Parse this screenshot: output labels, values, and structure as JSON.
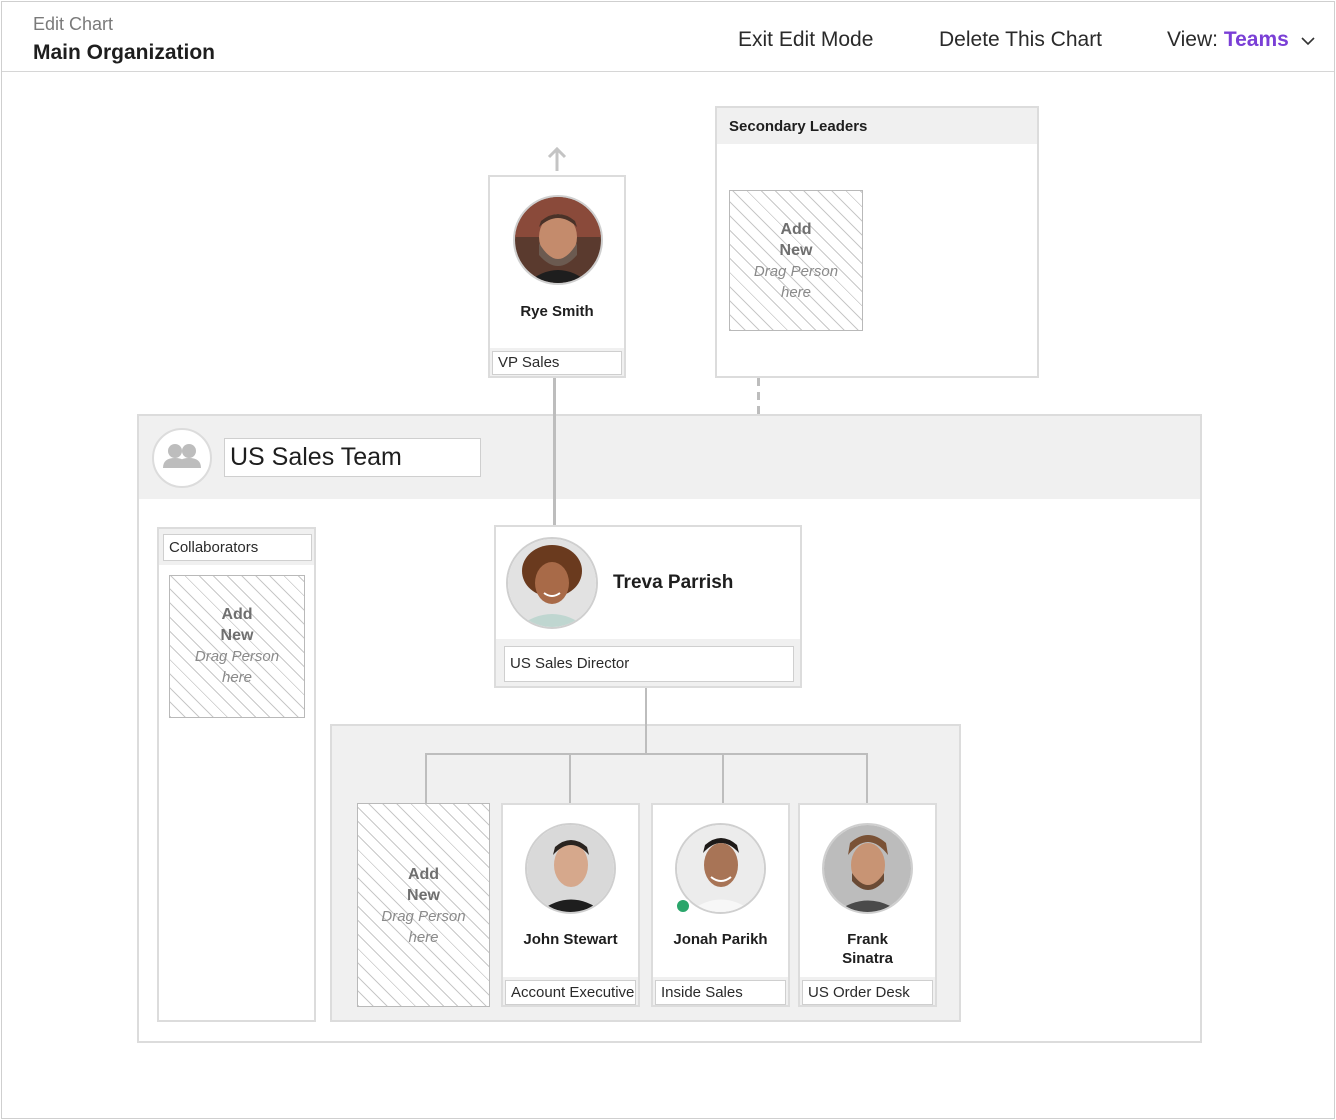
{
  "header": {
    "breadcrumb": "Edit Chart",
    "title": "Main Organization",
    "exit_edit": "Exit Edit Mode",
    "delete_chart": "Delete This Chart",
    "view_label": "View:",
    "view_value": "Teams"
  },
  "colors": {
    "accent": "#7a3fd6",
    "online": "#2aa66b",
    "panel": "#f0f0f0",
    "border": "#dcdcdc"
  },
  "top_leader": {
    "name": "Rye Smith",
    "role": "VP Sales"
  },
  "secondary_leaders": {
    "title": "Secondary Leaders",
    "placeholder": {
      "add": "Add",
      "new": "New",
      "drag": "Drag Person",
      "here": "here"
    }
  },
  "team": {
    "name": "US Sales Team",
    "icon": "team-icon",
    "collaborators": {
      "label": "Collaborators",
      "placeholder": {
        "add": "Add",
        "new": "New",
        "drag": "Drag Person",
        "here": "here"
      }
    },
    "director": {
      "name": "Treva Parrish",
      "role": "US Sales Director"
    },
    "reports_placeholder": {
      "add": "Add",
      "new": "New",
      "drag": "Drag Person",
      "here": "here"
    },
    "reports": [
      {
        "name": "John Stewart",
        "role": "Account Executive",
        "online": false
      },
      {
        "name": "Jonah Parikh",
        "role": "Inside Sales",
        "online": true
      },
      {
        "name_line1": "Frank",
        "name_line2": "Sinatra",
        "role": "US Order Desk",
        "online": false
      }
    ]
  }
}
